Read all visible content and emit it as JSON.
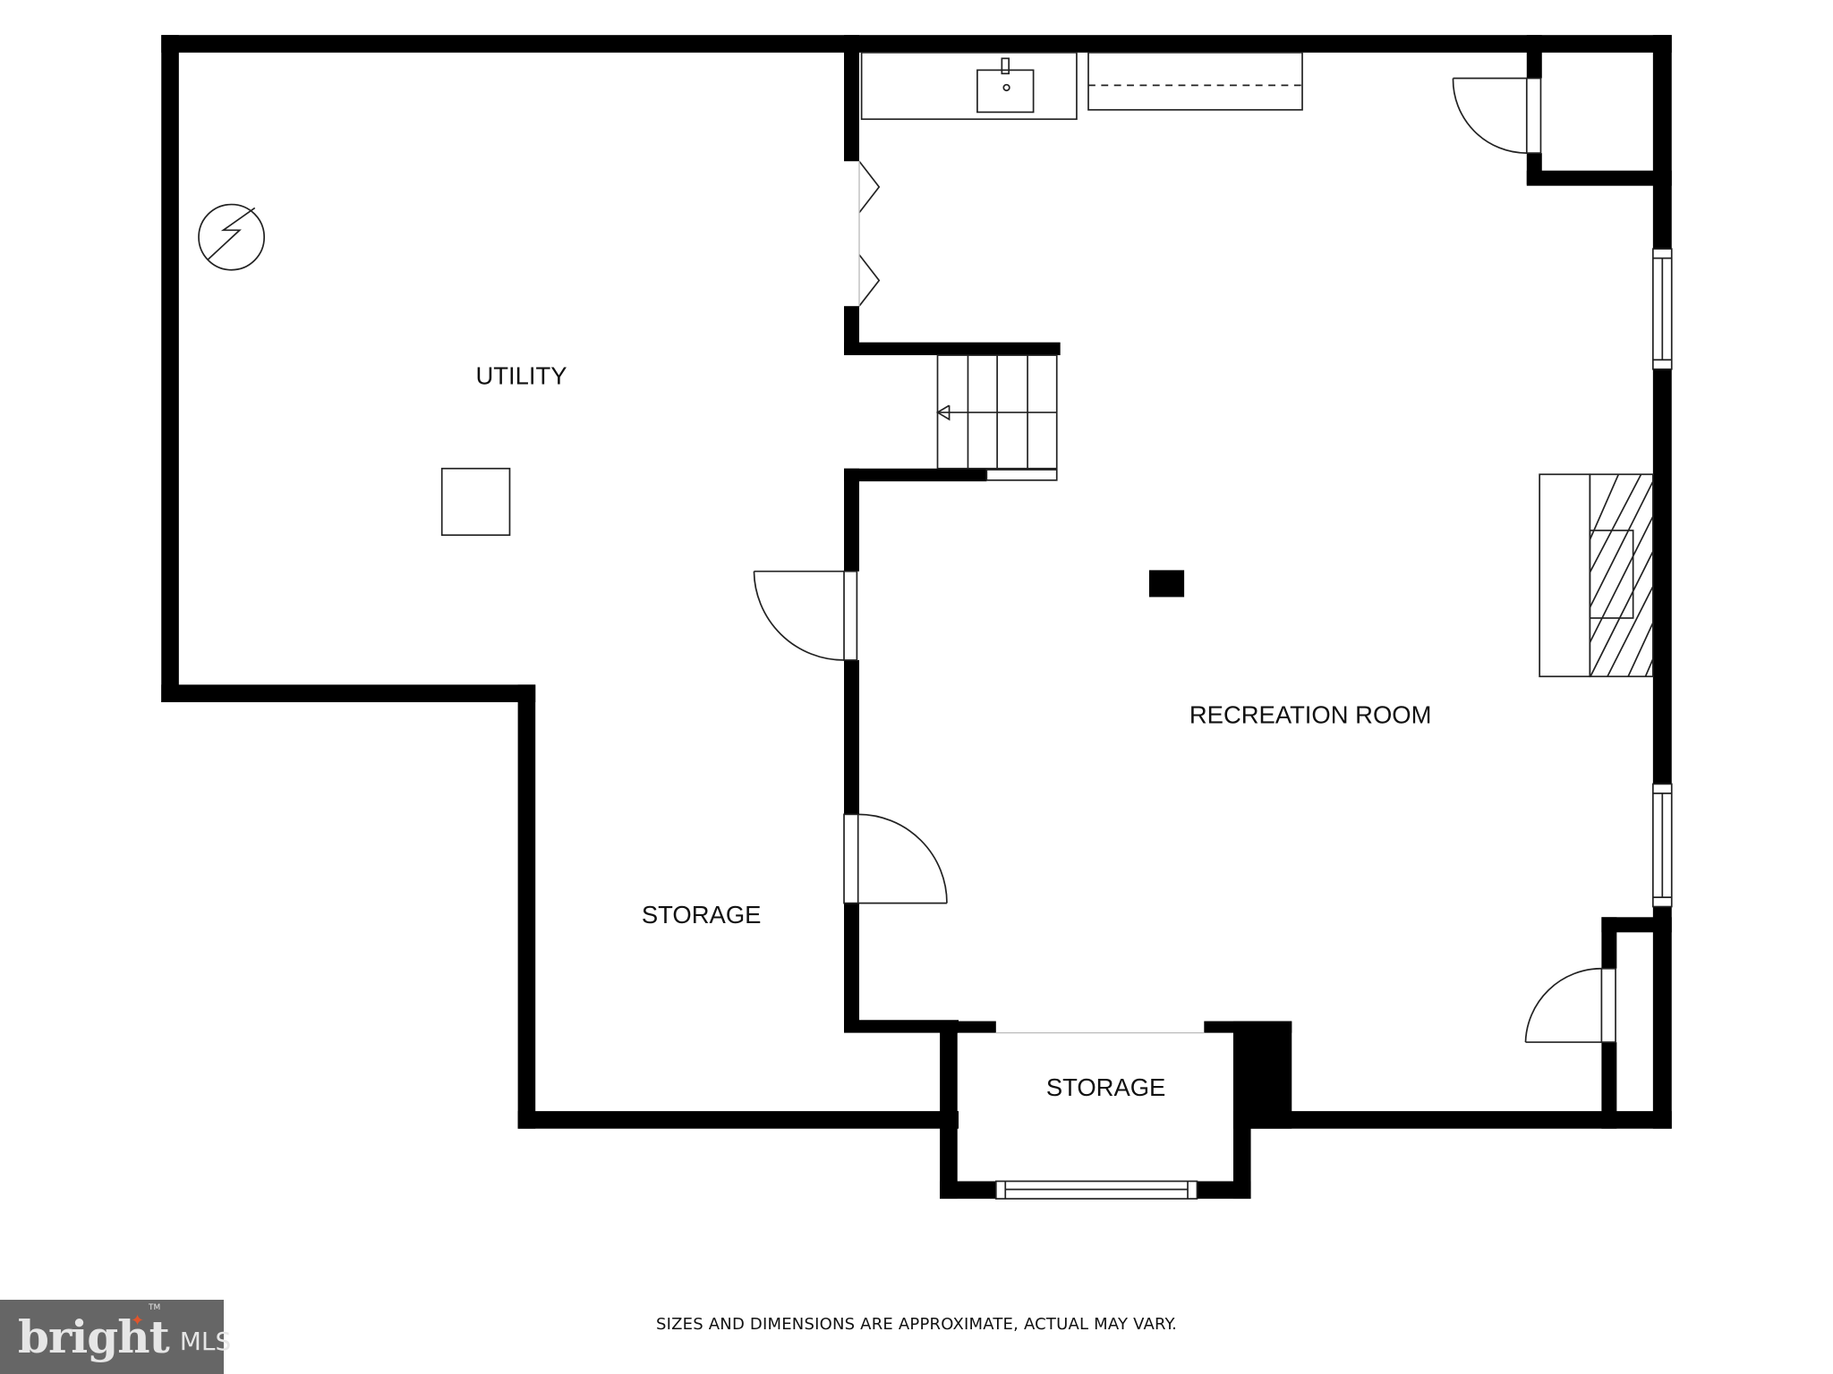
{
  "floorplan": {
    "rooms": [
      {
        "id": "utility",
        "label": "UTILITY"
      },
      {
        "id": "storage-left",
        "label": "STORAGE"
      },
      {
        "id": "recreation-room",
        "label": "RECREATION ROOM"
      },
      {
        "id": "storage-bottom",
        "label": "STORAGE"
      }
    ],
    "fixtures": [
      "electrical-panel-icon",
      "floor-hatch",
      "vanity-sink",
      "counter-with-cabinets",
      "stairs-down",
      "fireplace",
      "support-column"
    ],
    "colors": {
      "wall": "#000000",
      "background": "#ffffff",
      "line": "#222222"
    }
  },
  "footer": {
    "disclaimer": "SIZES AND DIMENSIONS ARE APPROXIMATE, ACTUAL MAY VARY."
  },
  "logo": {
    "word": "bright",
    "tm": "TM",
    "suffix": "MLS",
    "background": "#666666",
    "accent": "#e0552c"
  }
}
